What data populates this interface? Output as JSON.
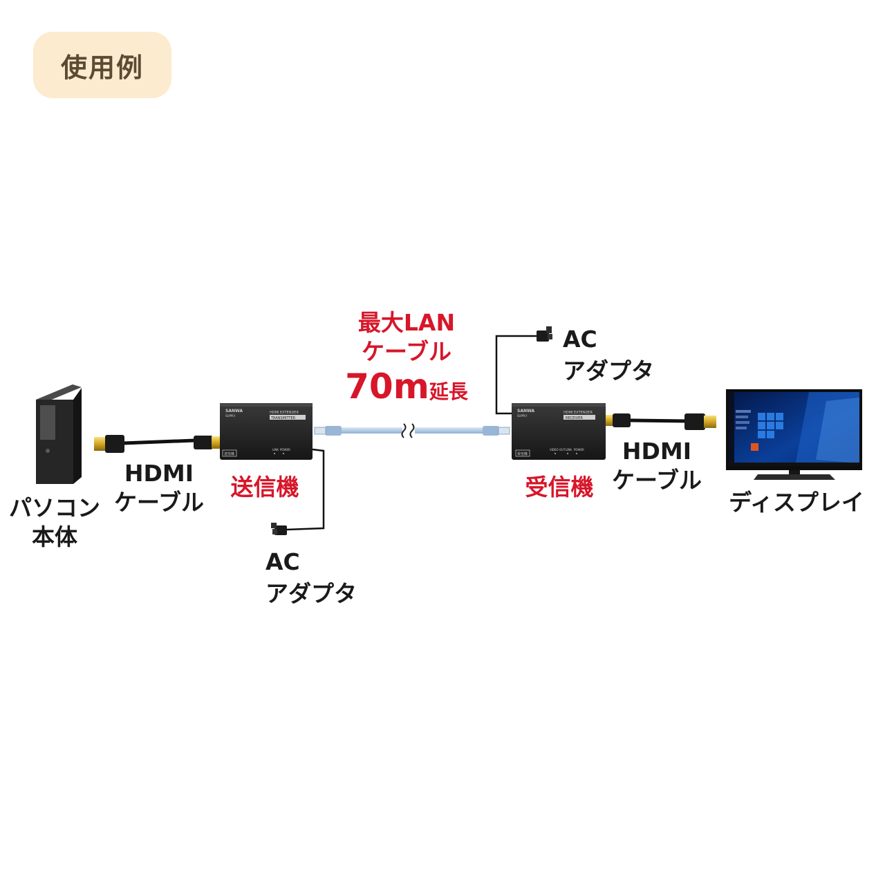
{
  "badge": {
    "label": "使用例"
  },
  "pc": {
    "line1": "パソコン",
    "line2": "本体"
  },
  "hdmi_left": {
    "line1": "HDMI",
    "line2": "ケーブル"
  },
  "transmitter": {
    "caption": "送信機",
    "brand": "SANWA",
    "brand_sub": "SUPPLY",
    "title": "HDMI EXTENDER",
    "role": "TRANSMITTER",
    "tag": "送信機",
    "led1": "LINK",
    "led2": "POWER"
  },
  "ac_left": {
    "line1": "AC",
    "line2": "アダプタ"
  },
  "lan": {
    "line1": "最大LAN",
    "line2": "ケーブル",
    "length": "70m",
    "suffix": "延長"
  },
  "receiver": {
    "caption": "受信機",
    "brand": "SANWA",
    "brand_sub": "SUPPLY",
    "title": "HDMI EXTENDER",
    "role": "RECEIVER",
    "tag": "受信機",
    "led1": "VIDEO OUT",
    "led2": "LINK",
    "led3": "POWER"
  },
  "ac_right": {
    "line1": "AC",
    "line2": "アダプタ"
  },
  "hdmi_right": {
    "line1": "HDMI",
    "line2": "ケーブル"
  },
  "display": {
    "caption": "ディスプレイ"
  },
  "colors": {
    "accent": "#d7162a",
    "badge_bg": "#fcebcf",
    "badge_text": "#5c4a33",
    "lan_cable": "#a9c4e0"
  }
}
